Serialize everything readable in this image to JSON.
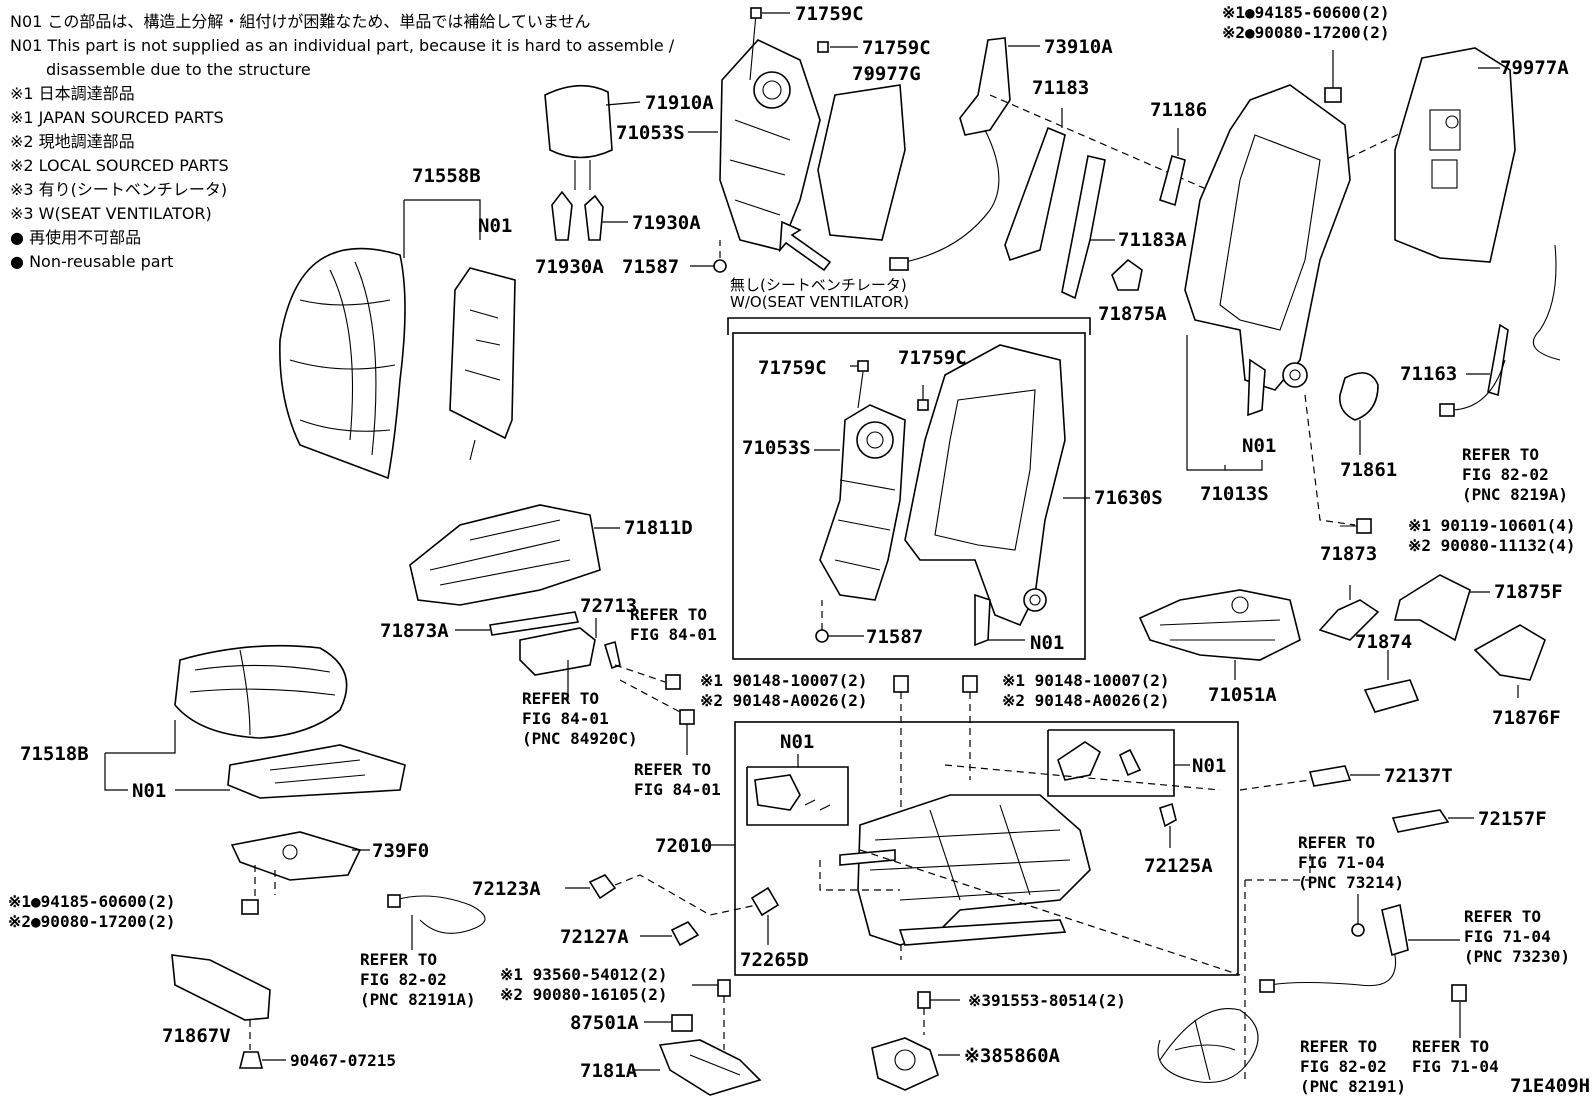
{
  "legend": {
    "n01_jp": "N01 この部品は、構造上分解・組付けが困難なため、単品では補給していません",
    "n01_en_1": "N01 This part is not supplied as an individual part, because it is hard to assemble /",
    "n01_en_2": "disassemble due to the structure",
    "s1_jp": "※1 日本調達部品",
    "s1_en": "※1 JAPAN SOURCED PARTS",
    "s2_jp": "※2 現地調達部品",
    "s2_en": "※2 LOCAL SOURCED PARTS",
    "s3_jp": "※3 有り(シートベンチレータ)",
    "s3_en": "※3 W(SEAT VENTILATOR)",
    "nr_jp": "再使用不可部品",
    "nr_en": "Non-reusable part"
  },
  "labels": {
    "p71759C_a": "71759C",
    "p71759C_b": "71759C",
    "p73910A": "73910A",
    "p79977G": "79977G",
    "p71910A": "71910A",
    "p71053S_a": "71053S",
    "p71930A_r": "71930A",
    "p71930A_l": "71930A",
    "p71587_a": "71587",
    "p71183": "71183",
    "p71183A": "71183A",
    "p71186": "71186",
    "p71875A": "71875A",
    "p71558B": "71558B",
    "n01_back": "N01",
    "wo_vent_jp": "無し(シートベンチレータ)",
    "wo_vent_en": "W/O(SEAT VENTILATOR)",
    "p71759C_c": "71759C",
    "p71759C_d": "71759C",
    "p71053S_b": "71053S",
    "p71630S": "71630S",
    "p71587_b": "71587",
    "n01_inset": "N01",
    "p94185_top": "※1●94185-60600(2)",
    "p90080_top": "※2●90080-17200(2)",
    "p79977A": "79977A",
    "p71013S": "71013S",
    "n01_frame": "N01",
    "p71163": "71163",
    "p71861": "71861",
    "ref8202a_1": "REFER TO",
    "ref8202a_2": "FIG 82-02",
    "ref8202a_3": "(PNC 8219A)",
    "p90119": "※1 90119-10601(4)",
    "p90080_11132": "※2 90080-11132(4)",
    "p71873": "71873",
    "p71875F": "71875F",
    "p71874": "71874",
    "p71051A": "71051A",
    "p71876F": "71876F",
    "p71811D": "71811D",
    "p71873A": "71873A",
    "p72713": "72713",
    "ref8401a_1": "REFER TO",
    "ref8401a_2": "FIG 84-01",
    "ref8401b_1": "REFER TO",
    "ref8401b_2": "FIG 84-01",
    "ref8401b_3": "(PNC 84920C)",
    "ref8401c_1": "REFER TO",
    "ref8401c_2": "FIG 84-01",
    "p71518B": "71518B",
    "n01_cush": "N01",
    "p90148_l1": "※1 90148-10007(2)",
    "p90148_l2": "※2 90148-A0026(2)",
    "p90148_r1": "※1 90148-10007(2)",
    "p90148_r2": "※2 90148-A0026(2)",
    "n01_box_l": "N01",
    "n01_box_r": "N01",
    "p72137T": "72137T",
    "p72157F": "72157F",
    "p72010": "72010",
    "p72125A": "72125A",
    "p72123A": "72123A",
    "p72127A": "72127A",
    "p72265D": "72265D",
    "ref7104a_1": "REFER TO",
    "ref7104a_2": "FIG 71-04",
    "ref7104a_3": "(PNC 73214)",
    "ref7104b_1": "REFER TO",
    "ref7104b_2": "FIG 71-04",
    "ref7104b_3": "(PNC 73230)",
    "p739F0": "739F0",
    "p94185_bot": "※1●94185-60600(2)",
    "p90080_bot": "※2●90080-17200(2)",
    "ref8202b_1": "REFER TO",
    "ref8202b_2": "FIG 82-02",
    "ref8202b_3": "(PNC 82191A)",
    "p93560": "※1 93560-54012(2)",
    "p90080_16105": "※2 90080-16105(2)",
    "p87501A": "87501A",
    "p91553": "※391553-80514(2)",
    "p85860A": "※385860A",
    "p7181A": "7181A",
    "p71867V": "71867V",
    "p90467": "90467-07215",
    "ref8202c_1": "REFER TO",
    "ref8202c_2": "FIG 82-02",
    "ref8202c_3": "(PNC 82191)",
    "ref7104c_1": "REFER TO",
    "ref7104c_2": "FIG 71-04",
    "code": "71E409H"
  }
}
